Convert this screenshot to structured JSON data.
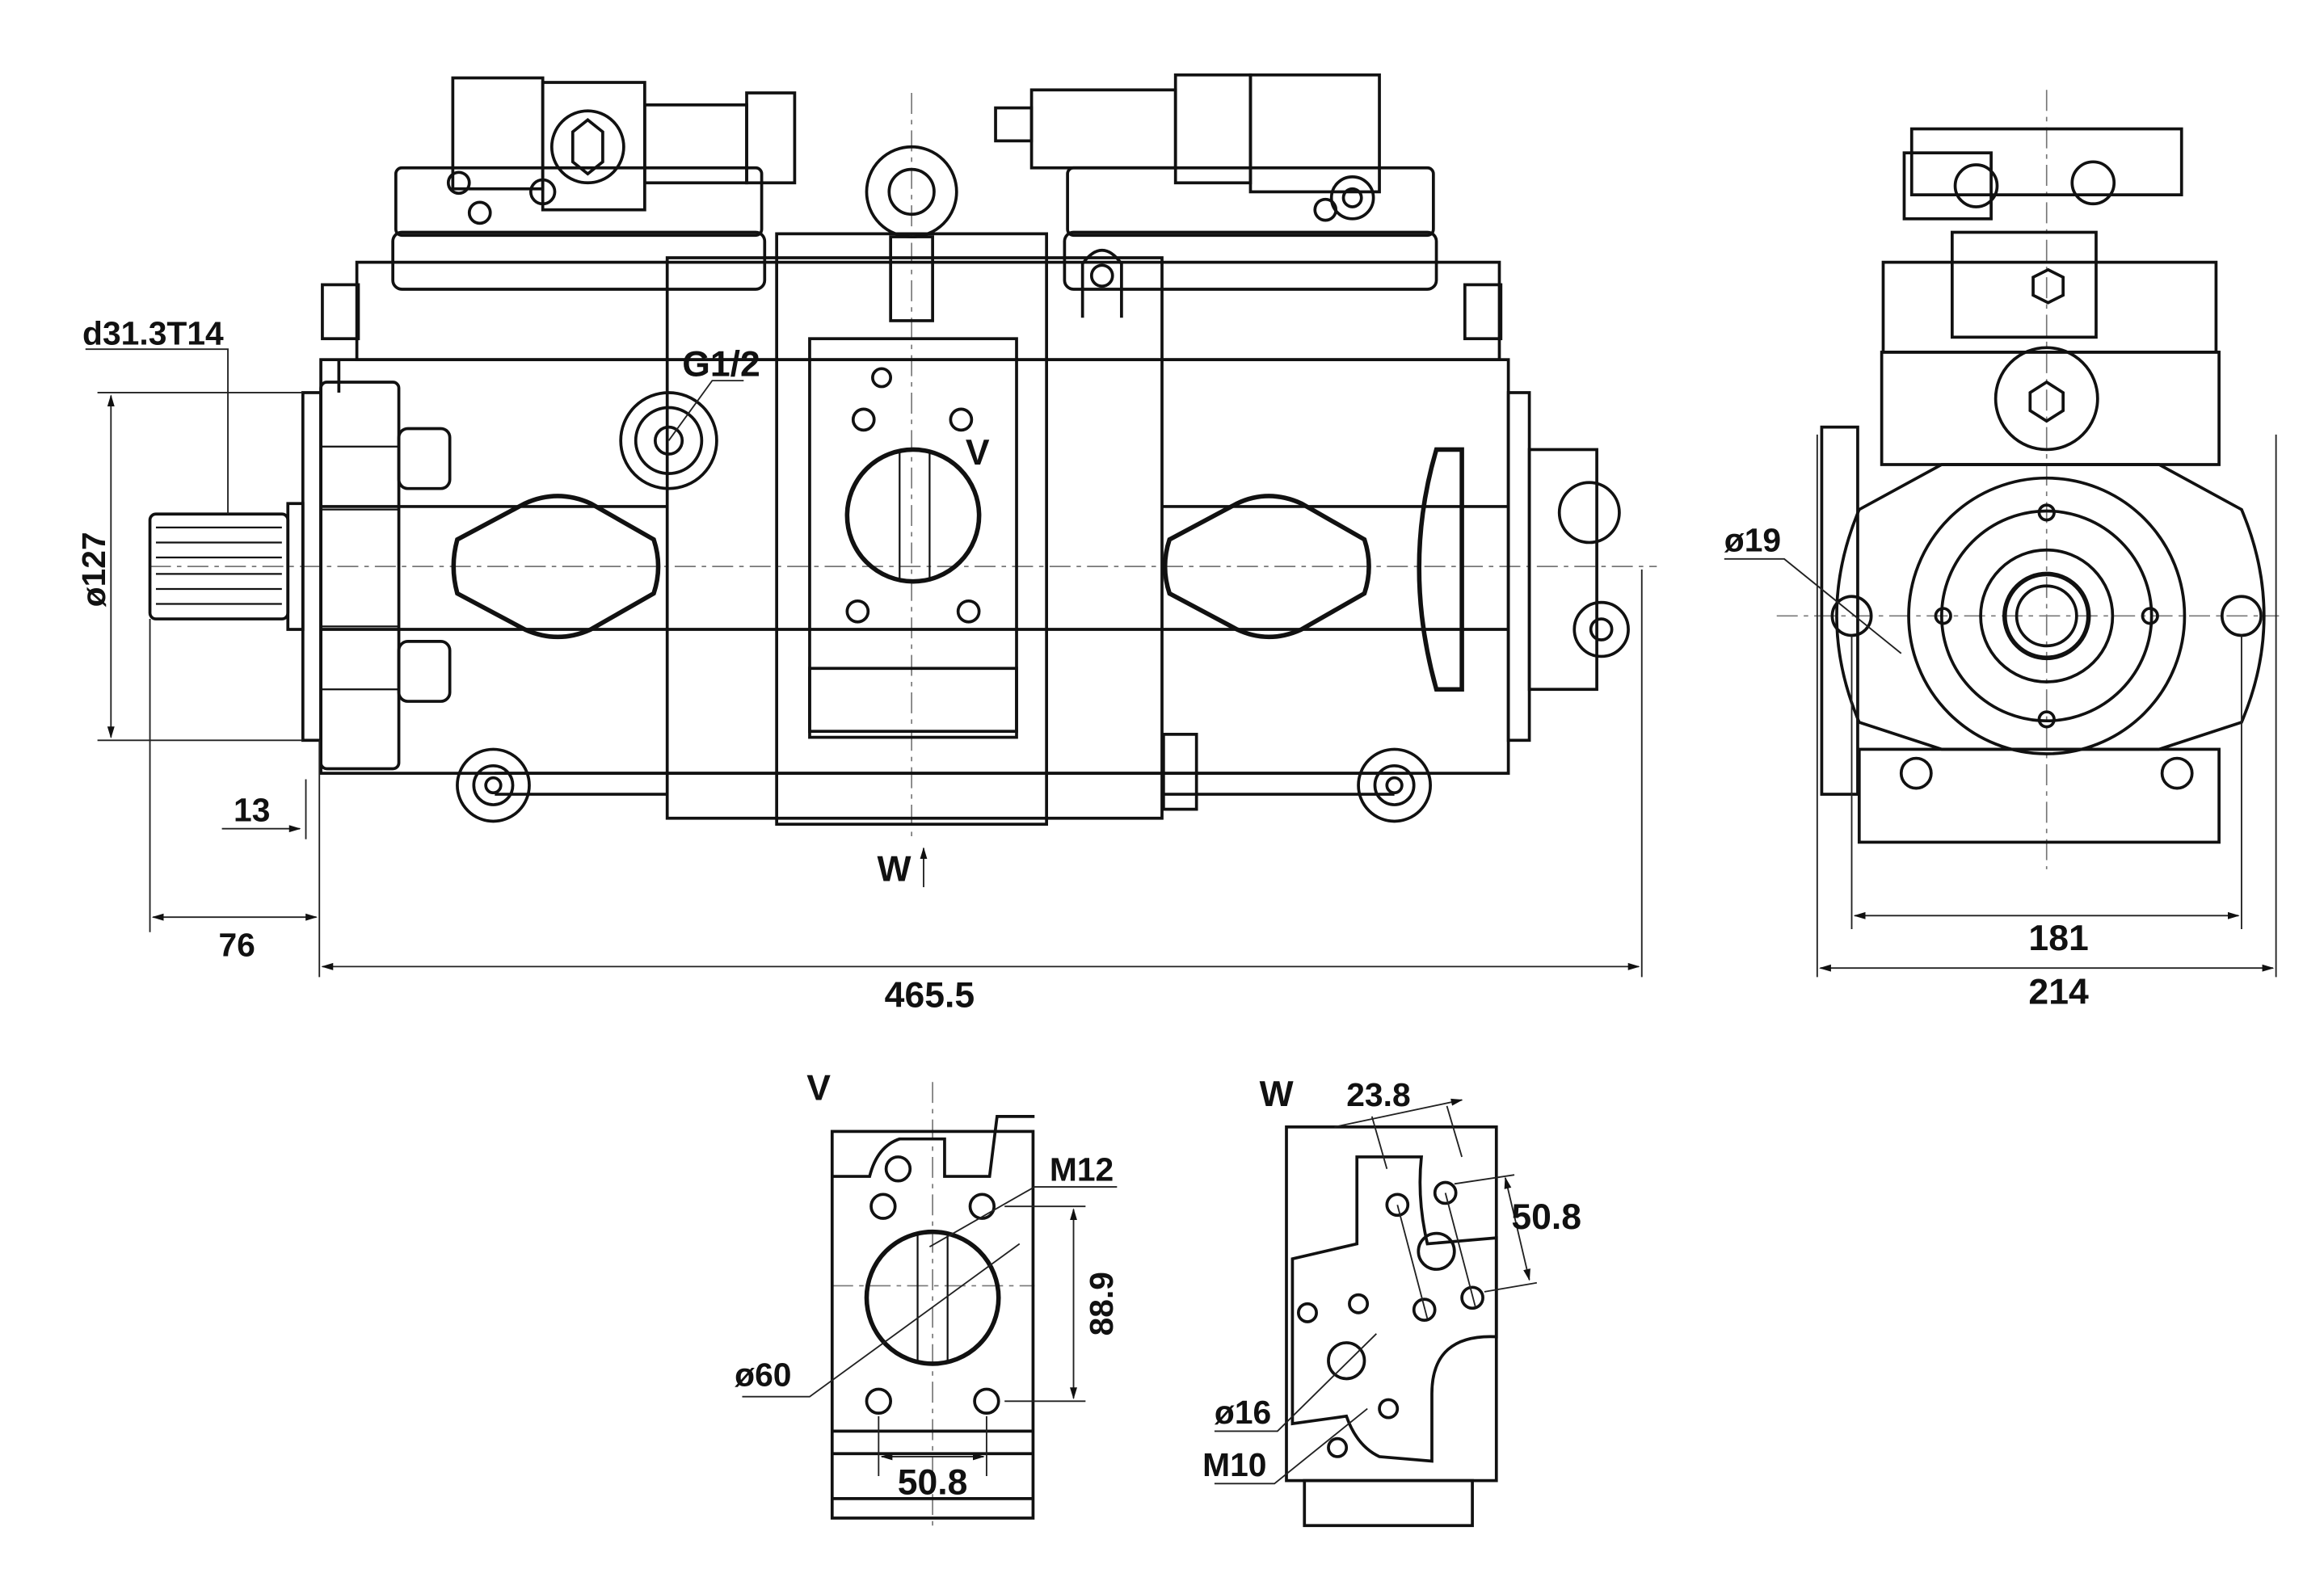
{
  "drawing": {
    "title": "Tandem hydraulic pump dimensional drawing",
    "ink_color": "#111111",
    "background": "#ffffff"
  },
  "main_view": {
    "labels": {
      "spline": "d31.3T14",
      "pilot_diameter": "ø127",
      "gauge_port": "G1/2",
      "view_v_marker": "V",
      "view_w_marker": "W"
    },
    "dimensions": {
      "flange_offset": "13",
      "shaft_length": "76",
      "overall_length": "465.5"
    }
  },
  "end_view": {
    "labels": {
      "mount_hole": "ø19"
    },
    "dimensions": {
      "bolt_spacing": "181",
      "overall_width": "214"
    }
  },
  "detail_v": {
    "title": "V",
    "labels": {
      "thread": "M12",
      "port_diameter": "ø60"
    },
    "dimensions": {
      "vertical_spacing": "88.9",
      "horizontal_spacing": "50.8"
    }
  },
  "detail_w": {
    "title": "W",
    "labels": {
      "port_diameter": "ø16",
      "thread": "M10"
    },
    "dimensions": {
      "slot_offset": "23.8",
      "bolt_spacing": "50.8"
    }
  }
}
